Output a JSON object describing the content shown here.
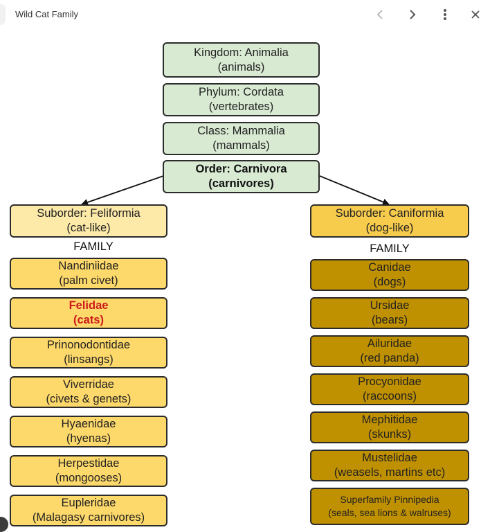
{
  "window": {
    "title": "Wild Cat Family",
    "icons": [
      "chevron-left-icon",
      "chevron-right-icon",
      "more-vert-icon",
      "close-icon"
    ]
  },
  "diagram": {
    "hierarchy": [
      {
        "rank": "Kingdom: Animalia",
        "desc": "(animals)"
      },
      {
        "rank": "Phylum: Cordata",
        "desc": "(vertebrates)"
      },
      {
        "rank": "Class: Mammalia",
        "desc": "(mammals)"
      },
      {
        "rank": "Order: Carnivora",
        "desc": "(carnivores)"
      }
    ],
    "feliformia": {
      "suborder": {
        "rank": "Suborder: Feliformia",
        "desc": "(cat-like)"
      },
      "family_label": "FAMILY",
      "families": [
        {
          "name": "Nandiniidae",
          "desc": "(palm civet)"
        },
        {
          "name": "Felidae",
          "desc": "(cats)"
        },
        {
          "name": "Prinonodontidae",
          "desc": "(linsangs)"
        },
        {
          "name": "Viverridae",
          "desc": "(civets & genets)"
        },
        {
          "name": "Hyaenidae",
          "desc": "(hyenas)"
        },
        {
          "name": "Herpestidae",
          "desc": "(mongooses)"
        },
        {
          "name": "Eupleridae",
          "desc": "(Malagasy carnivores)"
        }
      ]
    },
    "caniformia": {
      "suborder": {
        "rank": "Suborder: Caniformia",
        "desc": "(dog-like)"
      },
      "family_label": "FAMILY",
      "families": [
        {
          "name": "Canidae",
          "desc": "(dogs)"
        },
        {
          "name": "Ursidae",
          "desc": "(bears)"
        },
        {
          "name": "Ailuridae",
          "desc": "(red panda)"
        },
        {
          "name": "Procyonidae",
          "desc": "(raccoons)"
        },
        {
          "name": "Mephitidae",
          "desc": "(skunks)"
        },
        {
          "name": "Mustelidae",
          "desc": "(weasels, martins etc)"
        },
        {
          "name": "Superfamily Pinnipedia",
          "desc": "(seals, sea lions & walruses)"
        }
      ]
    },
    "colors": {
      "hierarchy_fill": "#d9ead3",
      "feliformia_suborder_fill": "#fde9a8",
      "feliformia_family_fill": "#fdd86a",
      "caniformia_suborder_fill": "#f7cb4c",
      "caniformia_family_fill": "#bf9000",
      "highlight_text": "#cc1a1a",
      "border": "#2b2b2b"
    }
  }
}
